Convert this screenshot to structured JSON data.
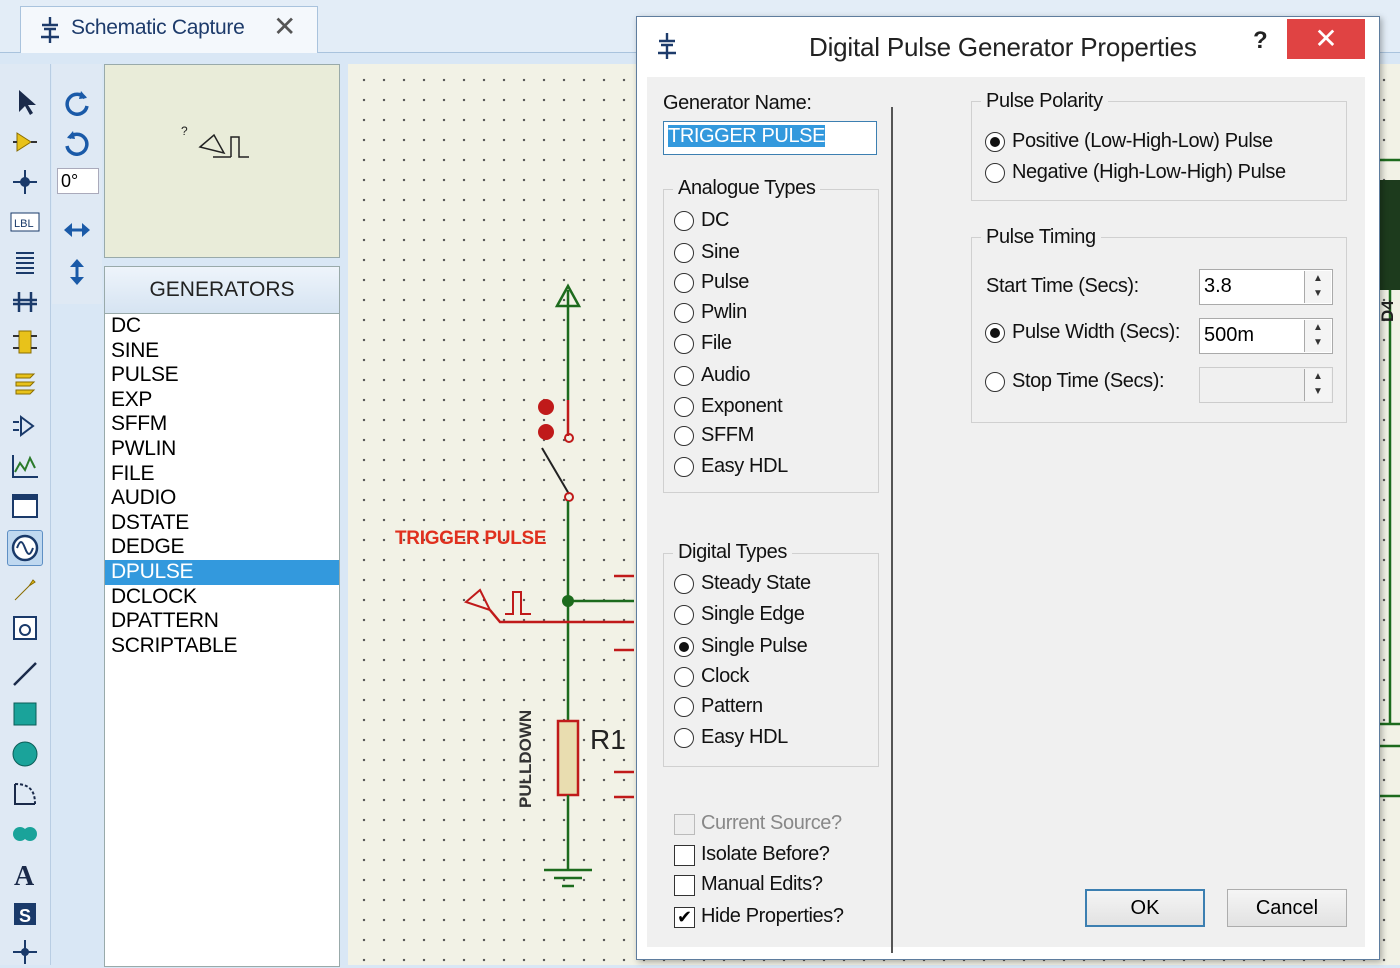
{
  "tab": {
    "title": "Schematic Capture",
    "close": "✕"
  },
  "toolbar": {
    "angle": "0°"
  },
  "device_list": {
    "header": "GENERATORS",
    "items": [
      "DC",
      "SINE",
      "PULSE",
      "EXP",
      "SFFM",
      "PWLIN",
      "FILE",
      "AUDIO",
      "DSTATE",
      "DEDGE",
      "DPULSE",
      "DCLOCK",
      "DPATTERN",
      "SCRIPTABLE"
    ],
    "selected": "DPULSE"
  },
  "schematic": {
    "generator_label": "TRIGGER PULSE",
    "resistor_name": "R1",
    "resistor_value": "PULLDOWN",
    "side_label": "D4"
  },
  "dialog": {
    "title": "Digital Pulse Generator Properties",
    "help": "?",
    "close": "✕",
    "generator_name_label": "Generator Name:",
    "generator_name_value": "TRIGGER PULSE",
    "analogue": {
      "title": "Analogue Types",
      "options": [
        "DC",
        "Sine",
        "Pulse",
        "Pwlin",
        "File",
        "Audio",
        "Exponent",
        "SFFM",
        "Easy HDL"
      ]
    },
    "digital": {
      "title": "Digital Types",
      "options": [
        "Steady State",
        "Single Edge",
        "Single Pulse",
        "Clock",
        "Pattern",
        "Easy HDL"
      ],
      "selected": "Single Pulse"
    },
    "checkboxes": [
      {
        "label": "Current Source?",
        "checked": false,
        "disabled": true
      },
      {
        "label": "Isolate Before?",
        "checked": false,
        "disabled": false
      },
      {
        "label": "Manual Edits?",
        "checked": false,
        "disabled": false
      },
      {
        "label": "Hide Properties?",
        "checked": true,
        "disabled": false
      }
    ],
    "polarity": {
      "title": "Pulse Polarity",
      "options": [
        "Positive (Low-High-Low) Pulse",
        "Negative (High-Low-High) Pulse"
      ],
      "selected": "Positive (Low-High-Low) Pulse"
    },
    "timing": {
      "title": "Pulse Timing",
      "start_label": "Start Time (Secs):",
      "start_value": "3.8",
      "width_label": "Pulse Width (Secs):",
      "width_value": "500m",
      "stop_label": "Stop Time (Secs):",
      "stop_value": ""
    },
    "ok": "OK",
    "cancel": "Cancel"
  }
}
